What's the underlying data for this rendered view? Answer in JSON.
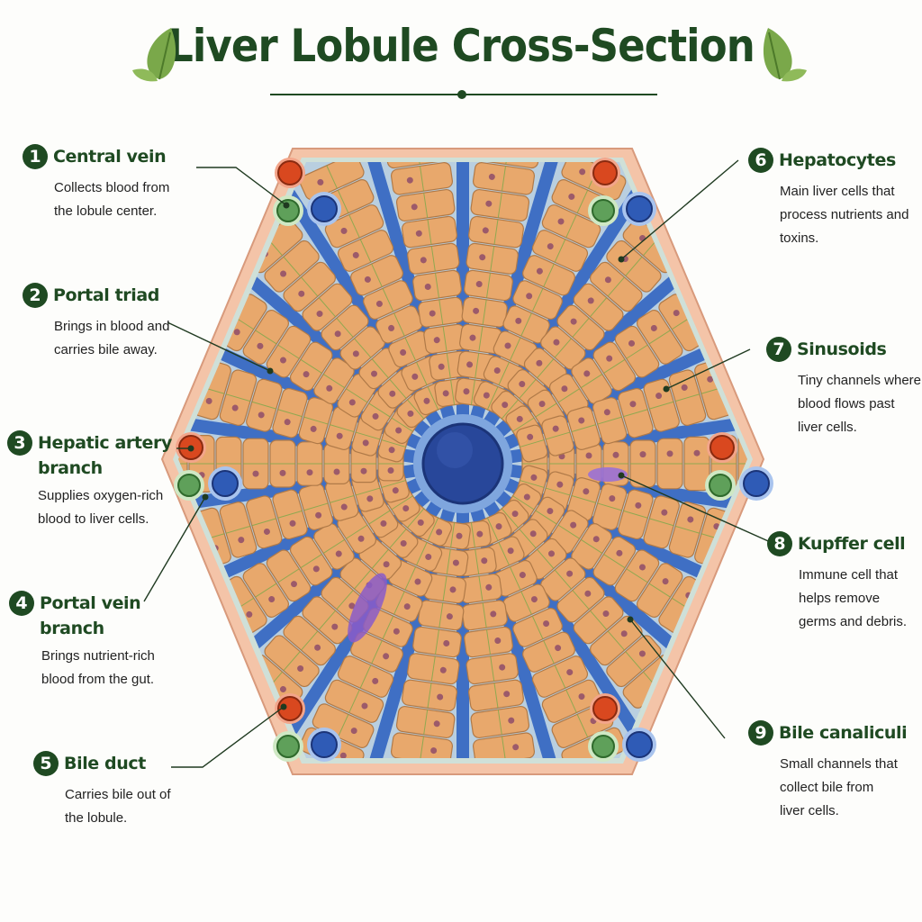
{
  "title": "Liver Lobule Cross-Section",
  "colors": {
    "accent": "#1f4a22",
    "hepatocyte": "#e8a86c",
    "sinusoid": "#3f6fc4",
    "artery": "#d9481f",
    "vein": "#2f5bb6",
    "bile_duct": "#5fa05a",
    "kupffer": "#8a5cc9"
  },
  "labels": [
    {
      "num": "1",
      "name": "Central vein",
      "desc": [
        "Collects blood from",
        "the lobule center."
      ]
    },
    {
      "num": "2",
      "name": "Portal triad",
      "desc": [
        "Brings in blood and",
        "carries bile away."
      ]
    },
    {
      "num": "3",
      "name": "Hepatic artery branch",
      "desc": [
        "Supplies oxygen-rich",
        "blood to liver cells."
      ]
    },
    {
      "num": "4",
      "name": "Portal vein branch",
      "desc": [
        "Brings nutrient-rich",
        "blood from the gut."
      ]
    },
    {
      "num": "5",
      "name": "Bile duct",
      "desc": [
        "Carries bile out of",
        "the lobule."
      ]
    },
    {
      "num": "6",
      "name": "Hepatocytes",
      "desc": [
        "Main liver cells that",
        "process nutrients and",
        "toxins."
      ]
    },
    {
      "num": "7",
      "name": "Sinusoids",
      "desc": [
        "Tiny channels where",
        "blood flows past",
        "liver cells."
      ]
    },
    {
      "num": "8",
      "name": "Kupffer cell",
      "desc": [
        "Immune cell that",
        "helps remove",
        "germs and debris."
      ]
    },
    {
      "num": "9",
      "name": "Bile canaliculi",
      "desc": [
        "Small channels that",
        "collect bile from",
        "liver cells."
      ]
    }
  ]
}
